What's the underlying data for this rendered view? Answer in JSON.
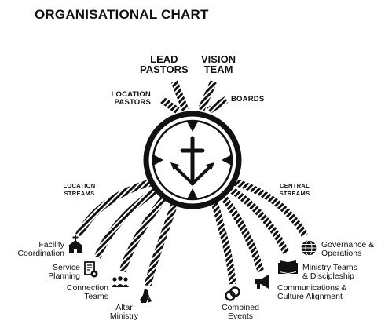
{
  "title": "ORGANISATIONAL CHART",
  "top_labels": {
    "lead_pastors": [
      "LEAD",
      "PASTORS"
    ],
    "vision_team": [
      "VISION",
      "TEAM"
    ],
    "location_pastors": [
      "LOCATION",
      "PASTORS"
    ],
    "boards": "BOARDS"
  },
  "stream_labels": {
    "location": [
      "LOCATION",
      "STREAMS"
    ],
    "central": [
      "CENTRAL",
      "STREAMS"
    ]
  },
  "location_streams": {
    "facility": [
      "Facility",
      "Coordination"
    ],
    "service": [
      "Service",
      "Planning"
    ],
    "connection": [
      "Connection",
      "Teams"
    ],
    "altar": [
      "Altar",
      "Ministry"
    ]
  },
  "central_streams": {
    "combined": [
      "Combined",
      "Events"
    ],
    "communications": [
      "Communications &",
      "Culture Alignment"
    ],
    "ministry": [
      "Ministry Teams",
      "& Discipleship"
    ],
    "governance": [
      "Governance &",
      "Operations"
    ]
  },
  "icons": {
    "facility": "church-icon",
    "service": "document-gear-icon",
    "connection": "people-icon",
    "altar": "praying-hands-icon",
    "combined": "rings-icon",
    "communications": "megaphone-icon",
    "ministry": "open-book-icon",
    "governance": "globe-icon",
    "center": "anchor-cross-icon"
  },
  "colors": {
    "ink": "#111111",
    "background": "#ffffff"
  }
}
